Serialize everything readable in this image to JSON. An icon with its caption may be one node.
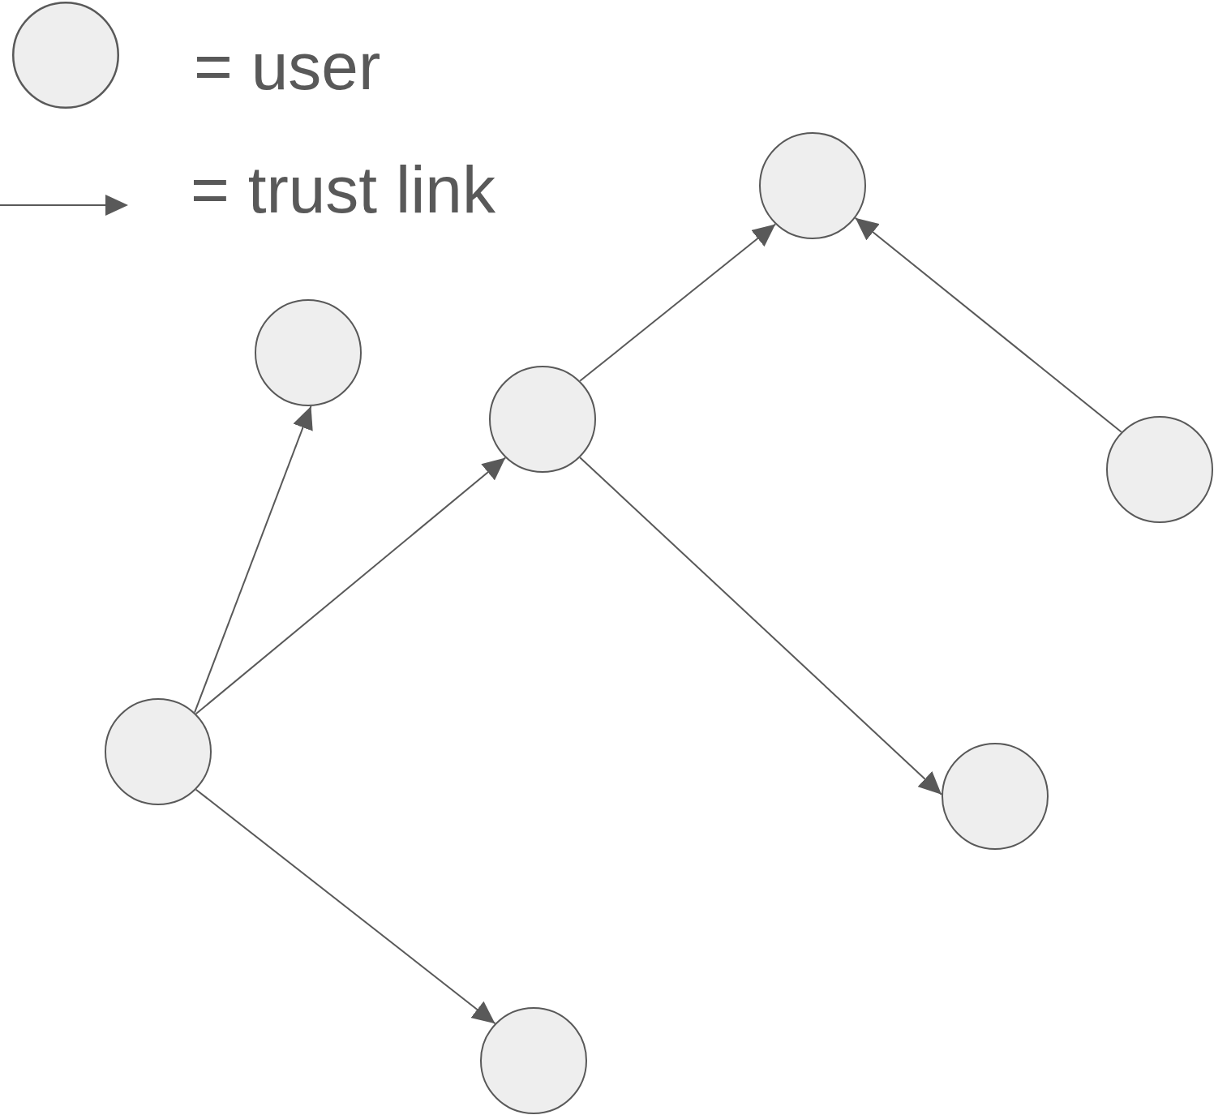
{
  "diagram": {
    "nodes": [
      {
        "text": [],
        "shape": "circle"
      },
      {
        "text": [],
        "shape": "circle"
      },
      {
        "text": [],
        "shape": "circle"
      },
      {
        "text": [],
        "shape": "circle"
      },
      {
        "text": [],
        "shape": "circle"
      },
      {
        "text": [],
        "shape": "circle"
      },
      {
        "text": [],
        "shape": "circle"
      }
    ],
    "edges": [
      {
        "from": 4,
        "to": 1,
        "arrow": "to"
      },
      {
        "from": 4,
        "to": 2,
        "arrow": "to"
      },
      {
        "from": 4,
        "to": 6,
        "arrow": "to"
      },
      {
        "from": 2,
        "to": 0,
        "arrow": "to"
      },
      {
        "from": 2,
        "to": 5,
        "arrow": "to"
      },
      {
        "from": 3,
        "to": 0,
        "arrow": "to"
      }
    ],
    "legend": [
      {
        "text": "= user"
      },
      {
        "text": "= trust link"
      }
    ]
  }
}
